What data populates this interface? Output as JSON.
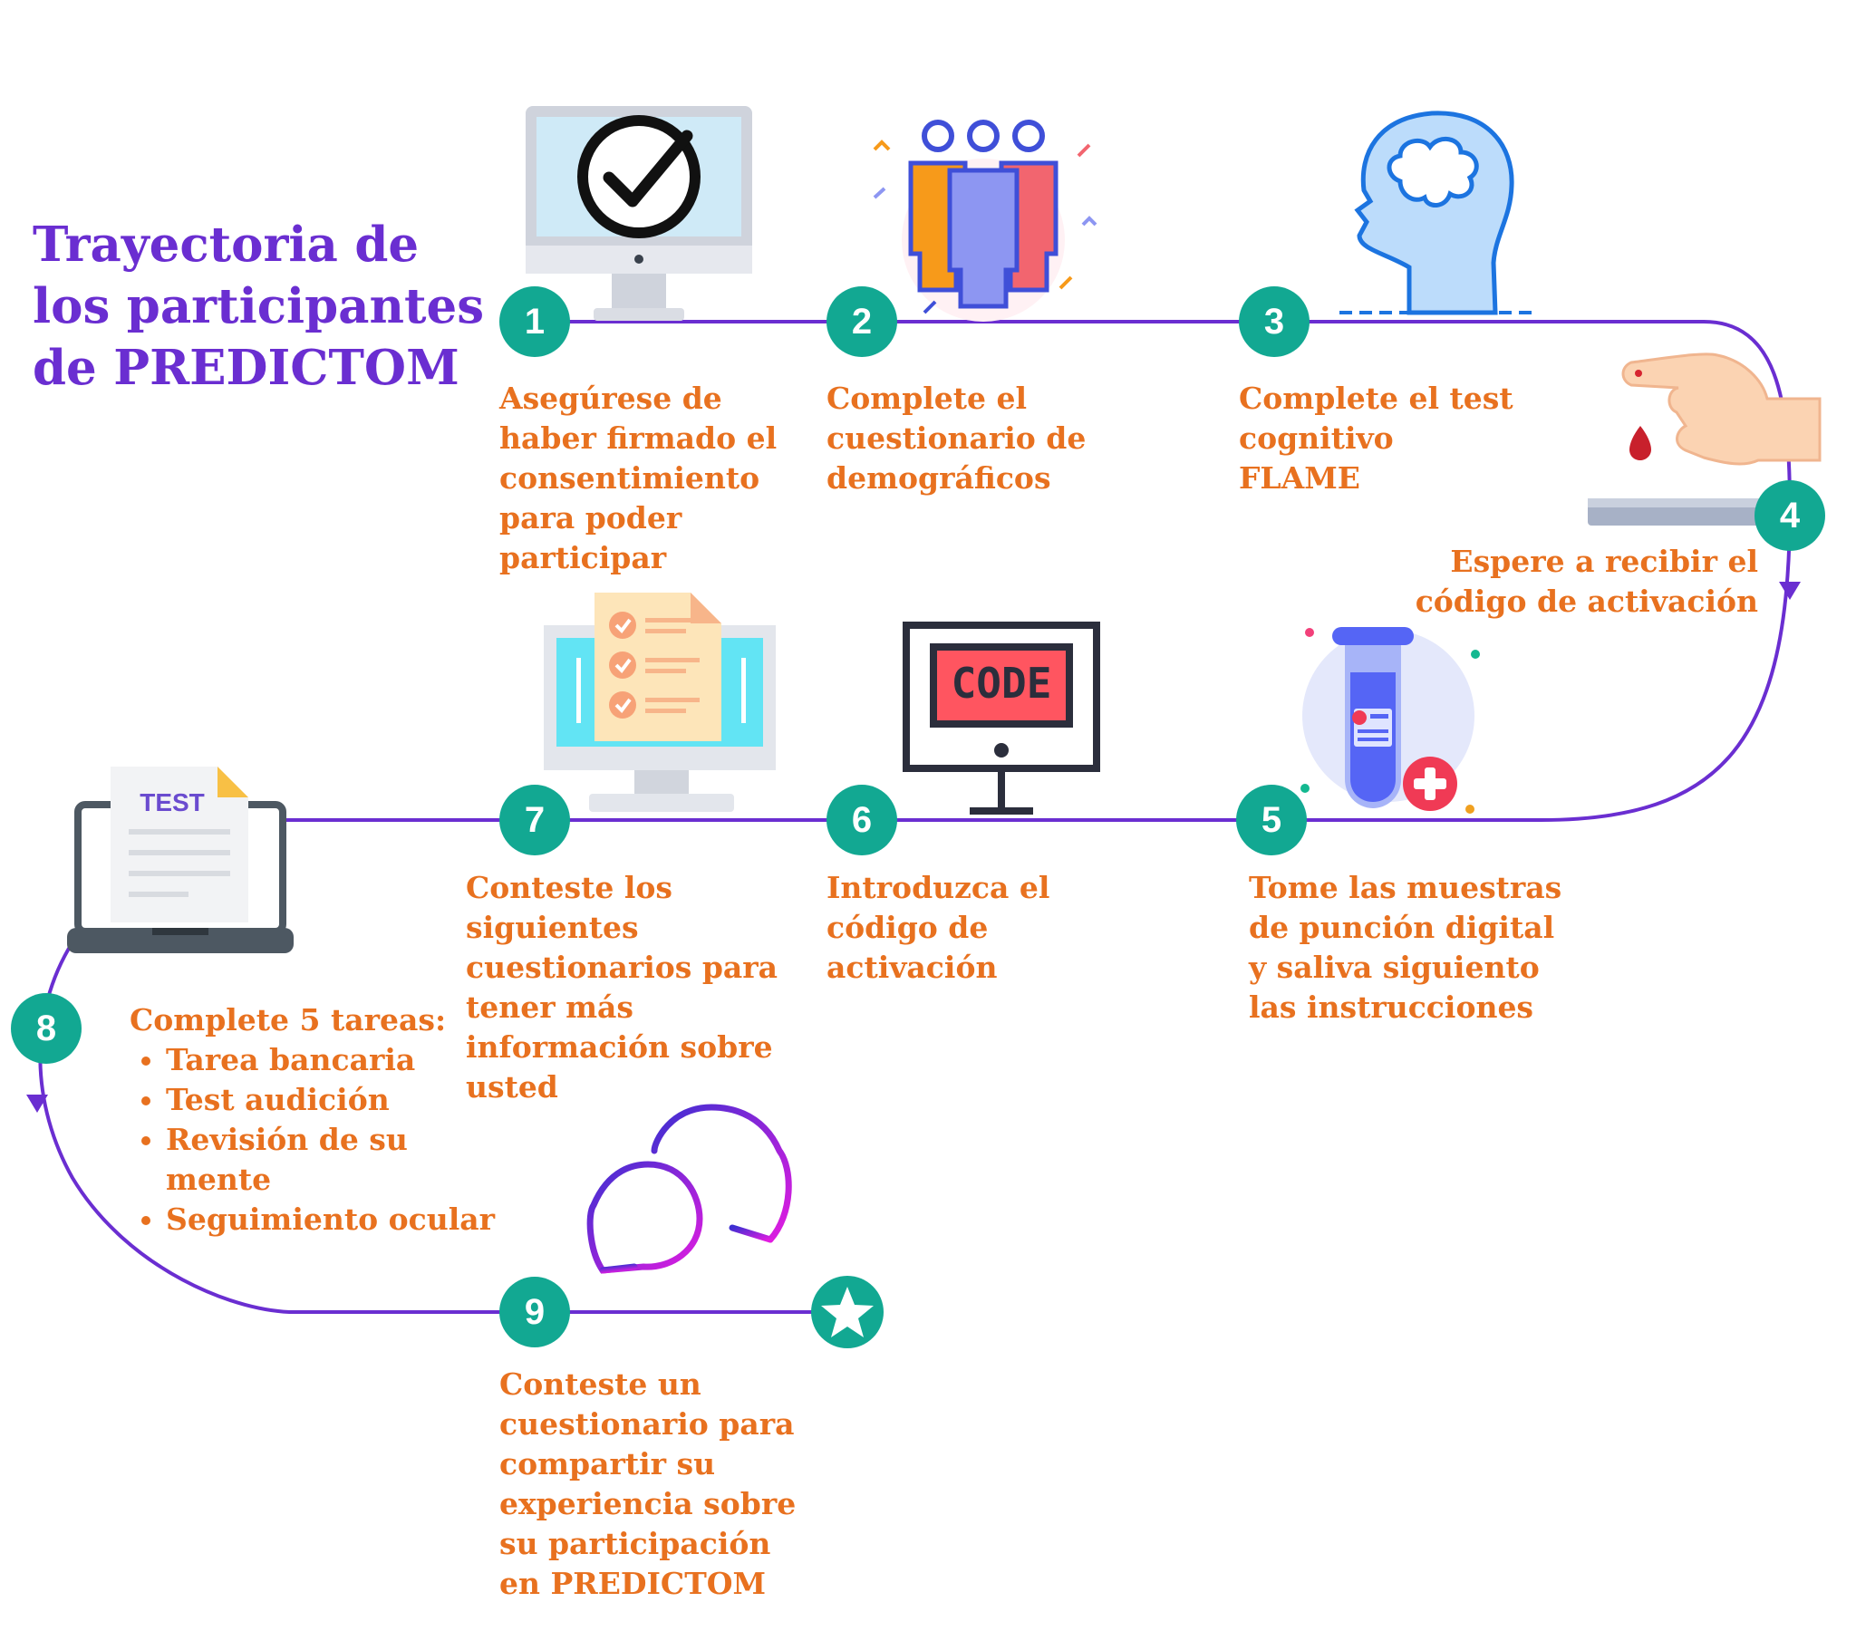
{
  "title": {
    "lines": [
      "Trayectoria de",
      "los participantes",
      "de PREDICTOM"
    ]
  },
  "steps": [
    {
      "number": "1",
      "text": "Asegúrese de haber firmado el consentimiento para poder participar"
    },
    {
      "number": "2",
      "text": "Complete el cuestionario de demográficos"
    },
    {
      "number": "3",
      "text": "Complete el test cognitivo FLAME"
    },
    {
      "number": "4",
      "text": "Espere a recibir el código de activación"
    },
    {
      "number": "5",
      "text": "Tome las muestras de punción digital y saliva siguiento las instrucciones"
    },
    {
      "number": "6",
      "text": "Introduzca el código de activación"
    },
    {
      "number": "7",
      "text": "Conteste los siguientes cuestionarios para tener más información sobre usted"
    },
    {
      "number": "8",
      "text": "Complete 5 tareas:",
      "tasks": [
        "Tarea bancaria",
        "Test audición",
        "Revisión de su mente",
        "Seguimiento ocular"
      ]
    },
    {
      "number": "9",
      "text": "Conteste un cuestionario para compartir su experiencia sobre su participación en PREDICTOM"
    }
  ],
  "icons": {
    "code_screen_text": "CODE",
    "test_doc_text": "TEST"
  },
  "colors": {
    "title": "#6a2ed1",
    "step_text": "#e8711f",
    "badge": "#12a892",
    "path": "#6a2ed1"
  }
}
